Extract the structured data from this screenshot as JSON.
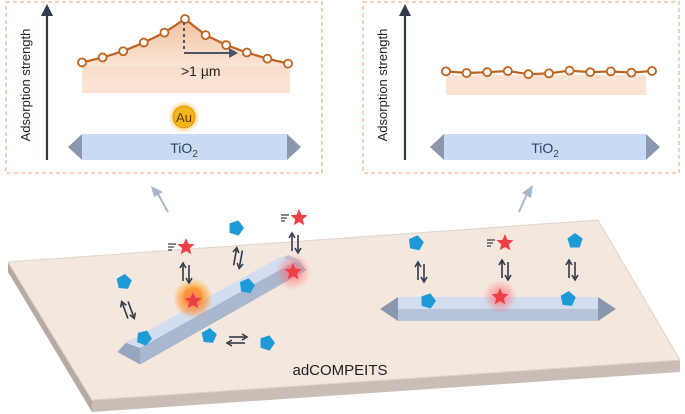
{
  "left_panel": {
    "ylabel": "Adsorption strength",
    "catalyst_label": "Au",
    "annotation": ">1 µm",
    "support_label_main": "TiO",
    "support_label_sub": "2",
    "adsorption_profile": [
      0.3,
      0.38,
      0.48,
      0.62,
      0.78,
      1.0,
      0.74,
      0.58,
      0.46,
      0.36,
      0.28
    ]
  },
  "right_panel": {
    "ylabel": "Adsorption strength",
    "support_label_main": "TiO",
    "support_label_sub": "2",
    "adsorption_profile": [
      0.08,
      0.0,
      0.04,
      0.1,
      -0.06,
      -0.02,
      0.12,
      0.04,
      0.08,
      0.02,
      0.1
    ]
  },
  "bottom": {
    "technique_label": "adCOMPEITS"
  },
  "colors": {
    "panel_border": "#f0b397",
    "profile_line": "#c0621f",
    "profile_fill": "#f7dccb",
    "support_bar": "#c8daf4",
    "support_end": "#8a97ad",
    "substrate_top": "#f4e7de",
    "substrate_side": "#c9bdb5",
    "crystal_top": "#d2deef",
    "crystal_side": "#a9b7cf",
    "molecule_blue": "#1e9bd7",
    "star_red": "#ee3f45",
    "gold": "#f3b51a",
    "arrow_dark": "#2f3a4a",
    "arrow_light": "#a8b6c8"
  }
}
